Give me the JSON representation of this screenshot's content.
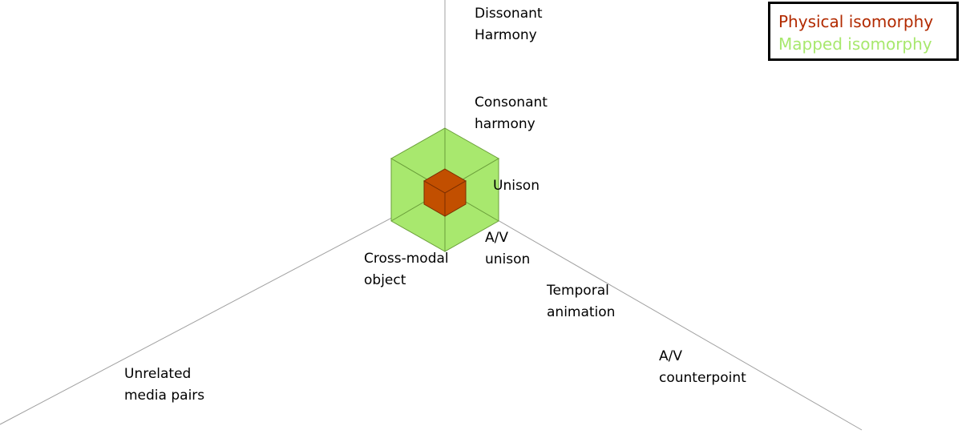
{
  "colors": {
    "axis": "#a0a0a0",
    "mapped_fill": "#a8e86e",
    "mapped_stroke": "#6a9e3a",
    "physical_fill": "#c24f00",
    "physical_stroke": "#7a2e00"
  },
  "axes": {
    "vertical": {
      "labels": [
        {
          "line1": "Dissonant",
          "line2": "Harmony"
        },
        {
          "line1": "Consonant",
          "line2": "harmony"
        },
        {
          "line1": "Unison",
          "line2": ""
        }
      ]
    },
    "right": {
      "labels": [
        {
          "line1": "A/V",
          "line2": "unison"
        },
        {
          "line1": "Temporal",
          "line2": "animation"
        },
        {
          "line1": "A/V",
          "line2": "counterpoint"
        }
      ]
    },
    "left": {
      "labels": [
        {
          "line1": "Cross-modal",
          "line2": "object"
        },
        {
          "line1": "Unrelated",
          "line2": "media pairs"
        }
      ]
    }
  },
  "legend": {
    "items": [
      {
        "label": "Physical isomorphy",
        "color": "#b22a00"
      },
      {
        "label": "Mapped isomorphy",
        "color": "#a8e86e"
      }
    ]
  }
}
